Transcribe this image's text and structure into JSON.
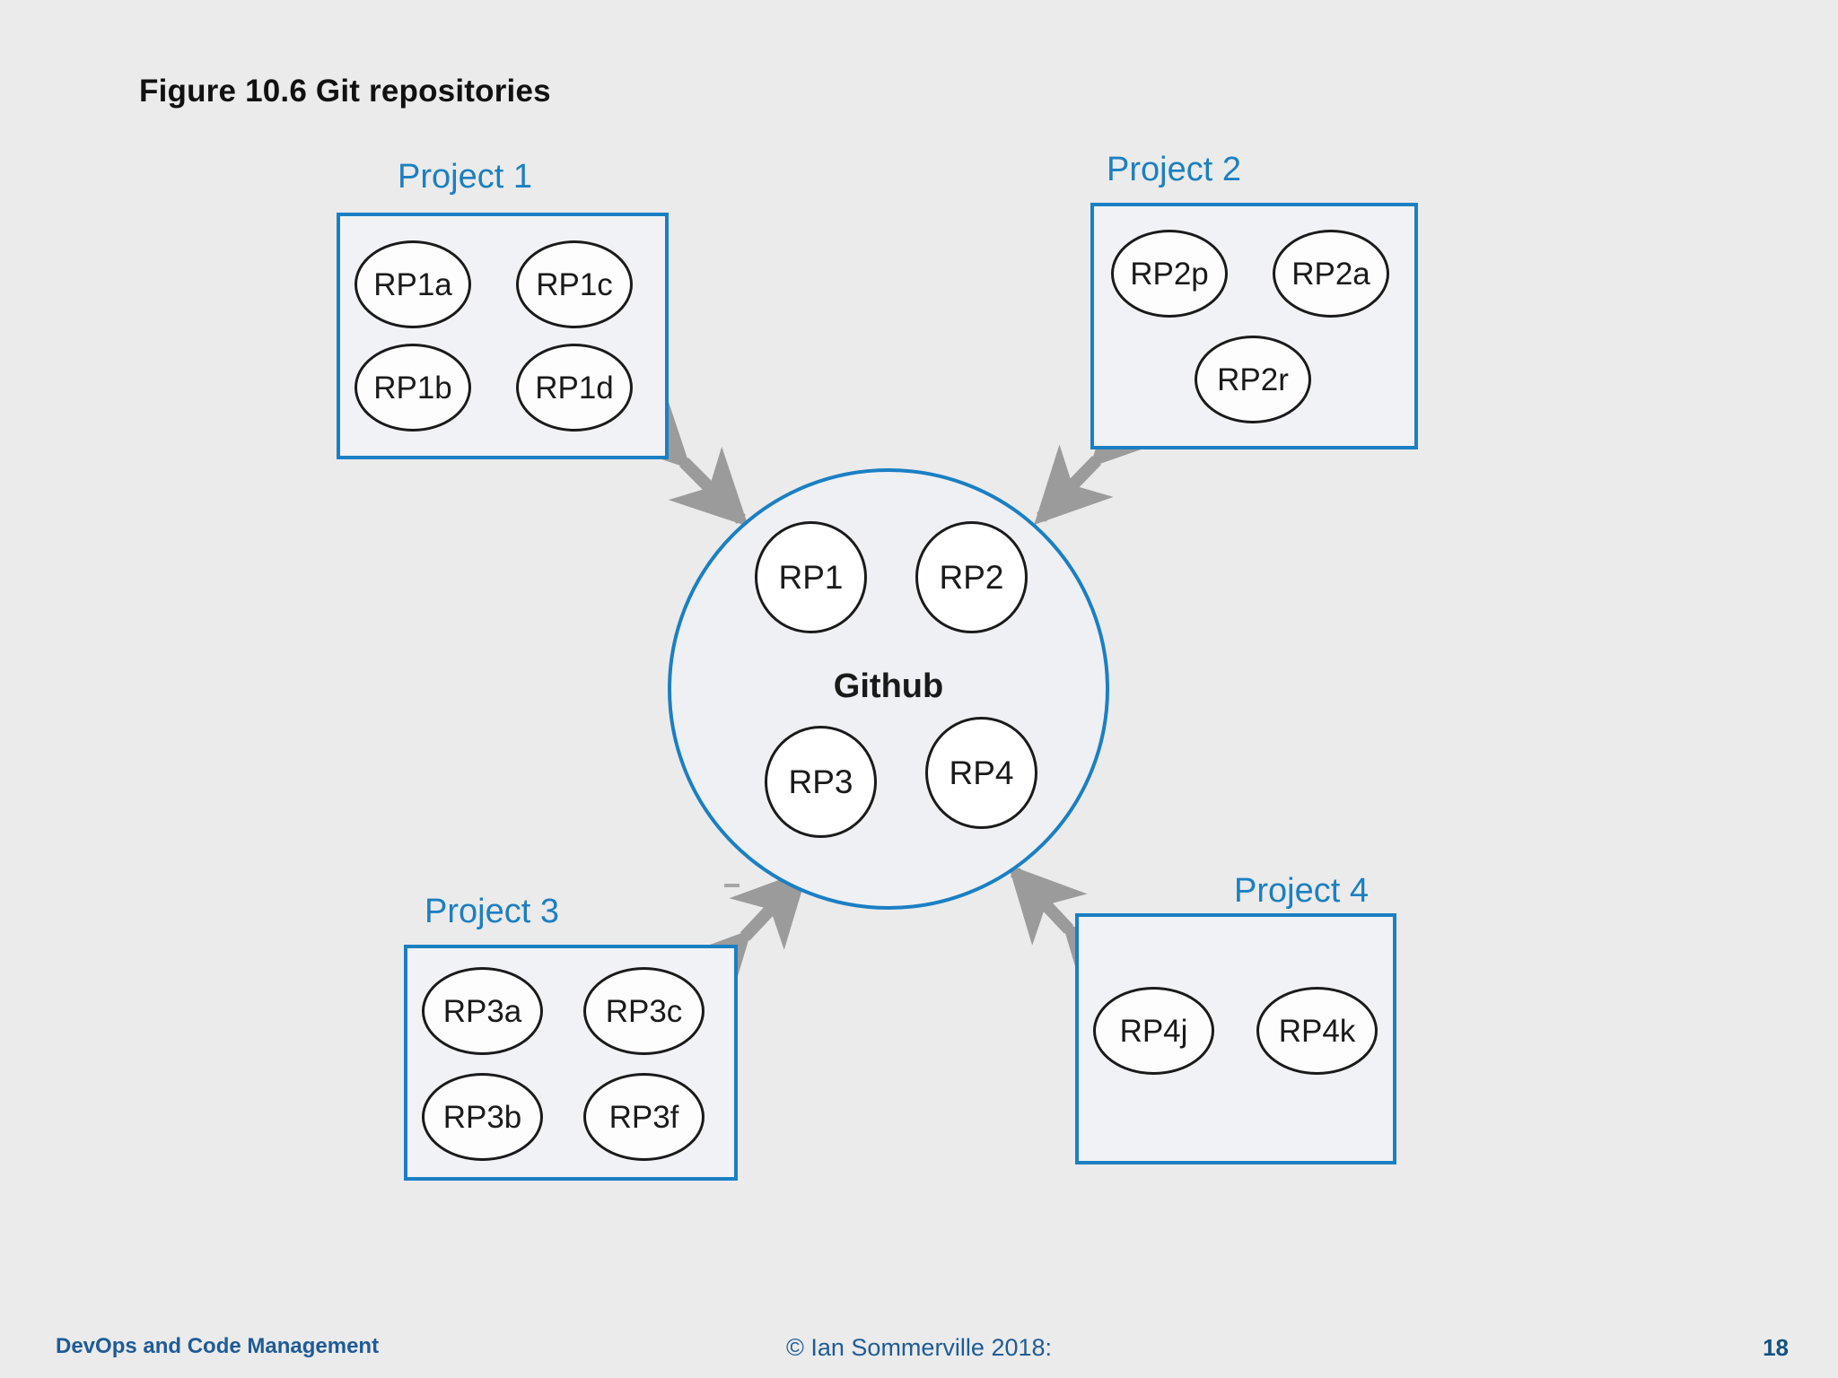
{
  "slide": {
    "title": "Figure 10.6 Git repositories",
    "background_color": "#ebebec",
    "accent_blue": "#1b7fc4",
    "label_blue": "#1c7fc2",
    "arrow_gray": "#9b9b9b",
    "footer_blue": "#1f5b96"
  },
  "hub": {
    "label": "Github",
    "repos": [
      {
        "label": "RP1"
      },
      {
        "label": "RP2"
      },
      {
        "label": "RP3"
      },
      {
        "label": "RP4"
      }
    ]
  },
  "projects": [
    {
      "label": "Project 1",
      "repos": [
        {
          "label": "RP1a"
        },
        {
          "label": "RP1c"
        },
        {
          "label": "RP1b"
        },
        {
          "label": "RP1d"
        }
      ]
    },
    {
      "label": "Project 2",
      "repos": [
        {
          "label": "RP2p"
        },
        {
          "label": "RP2a"
        },
        {
          "label": "RP2r"
        }
      ]
    },
    {
      "label": "Project 3",
      "repos": [
        {
          "label": "RP3a"
        },
        {
          "label": "RP3c"
        },
        {
          "label": "RP3b"
        },
        {
          "label": "RP3f"
        }
      ]
    },
    {
      "label": "Project 4",
      "repos": [
        {
          "label": "RP4j"
        },
        {
          "label": "RP4k"
        }
      ]
    }
  ],
  "connectors": [
    {
      "from": "Project 1",
      "to": "Github",
      "style": "double-arrow"
    },
    {
      "from": "Project 2",
      "to": "Github",
      "style": "double-arrow"
    },
    {
      "from": "Project 3",
      "to": "Github",
      "style": "double-arrow"
    },
    {
      "from": "Project 4",
      "to": "Github",
      "style": "double-arrow"
    }
  ],
  "footer": {
    "left": "DevOps and Code Management",
    "center": "© Ian Sommerville 2018:",
    "page": "18"
  }
}
